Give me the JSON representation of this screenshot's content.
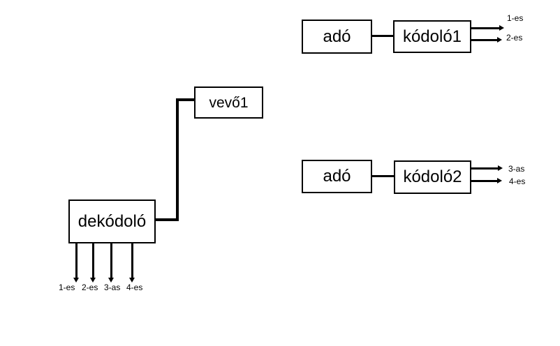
{
  "diagram": {
    "background_color": "#ffffff",
    "ink_color": "#000000",
    "boxes": {
      "transmitter1": "adó",
      "encoder1": "kódoló1",
      "transmitter2": "adó",
      "encoder2": "kódoló2",
      "receiver1": "vevő1",
      "decoder": "dekódoló"
    },
    "encoder1_outputs": [
      "1-es",
      "2-es"
    ],
    "encoder2_outputs": [
      "3-as",
      "4-es"
    ],
    "decoder_outputs": [
      "1-es",
      "2-es",
      "3-as",
      "4-es"
    ]
  }
}
